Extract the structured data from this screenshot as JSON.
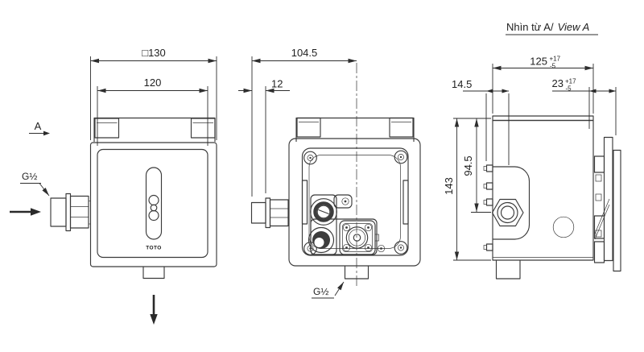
{
  "drawing": {
    "title": {
      "vi": "Nhìn từ A/",
      "en": "View A"
    },
    "front_view": {
      "dim_outer_width": "□130",
      "dim_inner_width": "120",
      "view_arrow_label": "A",
      "inlet_label": "G½",
      "brand": "TOTO"
    },
    "back_view": {
      "dim_inlet_to_center": "104.5",
      "dim_inlet_offset": "12",
      "outlet_label": "G½"
    },
    "side_view": {
      "dim_width": "125",
      "dim_width_tol_upper": "+17",
      "dim_width_tol_lower": "-5",
      "dim_plate": "23",
      "dim_plate_tol_upper": "+17",
      "dim_plate_tol_lower": "-5",
      "dim_tab_offset": "14.5",
      "dim_height": "143",
      "dim_inlet_center": "94.5"
    },
    "colors": {
      "line": "#3a3a3a",
      "dimension": "#2e2e2e",
      "background": "#ffffff"
    }
  }
}
